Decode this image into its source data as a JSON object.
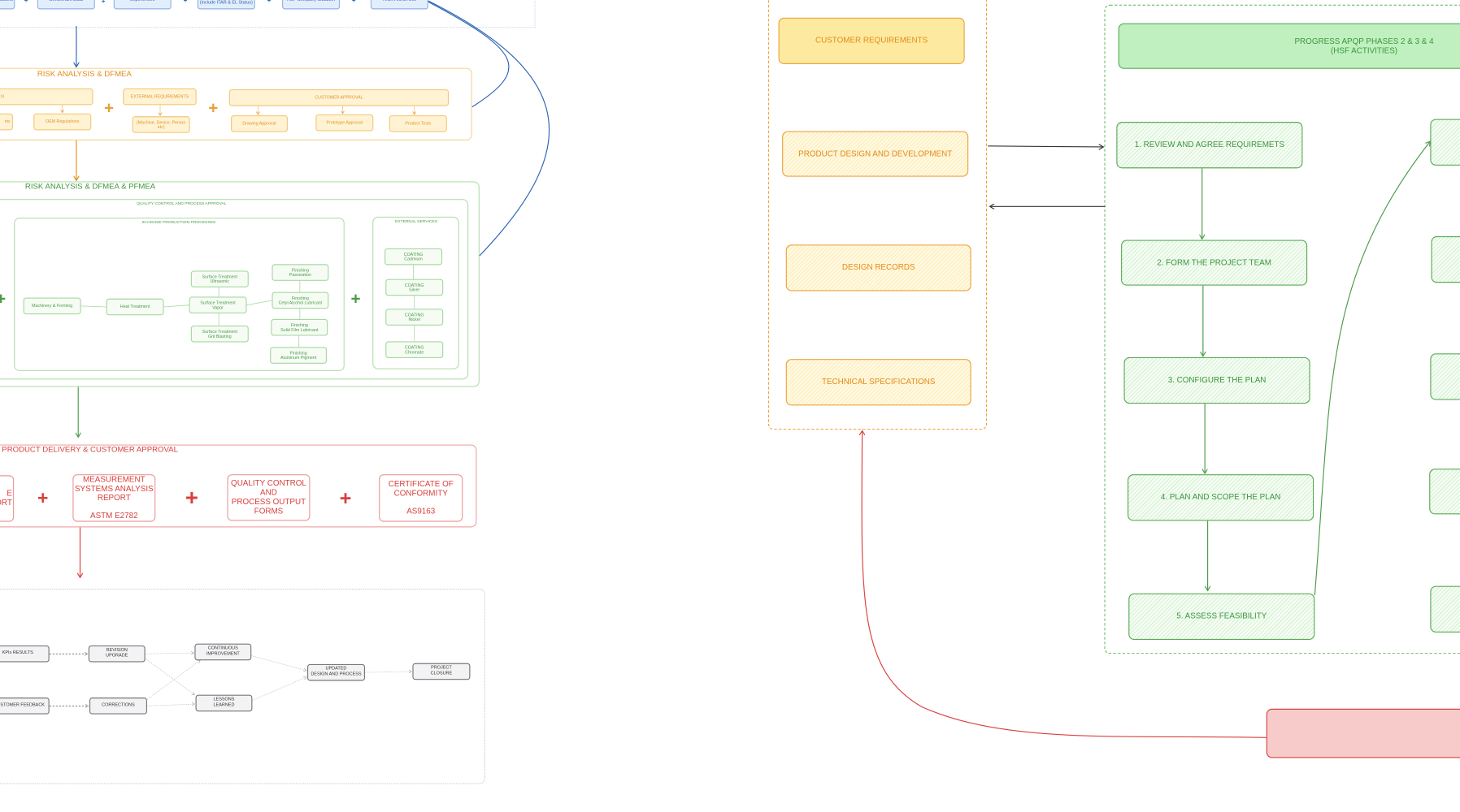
{
  "colors": {
    "blue": "#2a64b4",
    "orange": "#e48b1a",
    "green": "#3e963c",
    "red": "#d8413d",
    "gray": "#333333",
    "header_green": "#c0f0c0",
    "customer_req_yellow": "#fdeaa0",
    "alert_red": "#f8cbcb"
  },
  "input_row": {
    "items": [
      "cations",
      "Benchmark Data",
      "Experiences",
      "Regulatory Requirements\n(include ITAR & EL Status)",
      "HSF Company Situation",
      "RISK ANALYSIS"
    ],
    "separator": "+"
  },
  "risk_dfmea": {
    "title": "RISK ANALYSIS & DFMEA",
    "left_header": "N",
    "left_items": [
      "nts",
      "OEM Regulations"
    ],
    "external": {
      "header": "EXTERNAL REQUIREMENTS",
      "item": "(Machine, Device, Person\netc)"
    },
    "customer_approval": {
      "header": "CUSTOMER APPROVAL",
      "items": [
        "Drawing Approval",
        "Prototype Approval",
        "Product Tests"
      ]
    },
    "separator": "+"
  },
  "risk_pfmea": {
    "title": "RISK ANALYSIS & DFMEA & PFMEA",
    "qc_label": "QUALITY CONTROL AND PROCESS APPROVAL",
    "inhouse_label": "IN-HOUSE PRODUCTION PROCESSES",
    "external_label": "EXTERNAL SERVICES",
    "processes": {
      "machinery": "Machinery & Forming",
      "heat": "Heat Treatment",
      "st_ultrasonic": "Surface Treatment\nUltrasonic",
      "st_vapor": "Surface Treatment\nVapor",
      "st_grit": "Surface Treatment\nGrit Blasting",
      "fin_passivation": "Finishing\nPassivation",
      "fin_cetyl": "Finishing\nCetyl Alcohol Lubricant",
      "fin_solid": "Finishing\nSolid Film Lubricant",
      "fin_aluminum": "Finishing\nAluminum Pigment"
    },
    "coatings": [
      "COATING\nCadmium",
      "COATING\nSilver",
      "COATING\nNickel",
      "COATING\nChromate"
    ],
    "separator": "+"
  },
  "delivery": {
    "title": "PRODUCT DELIVERY & CUSTOMER APPROVAL",
    "items": [
      "E\nORT",
      "MEASUREMENT\nSYSTEMS ANALYSIS\nREPORT\n\nASTM E2782",
      "QUALITY CONTROL\nAND\nPROCESS OUTPUT\nFORMS",
      "CERTIFICATE OF\nCONFORMITY\n\nAS9163"
    ],
    "separator": "+"
  },
  "closure": {
    "kpis": "KPIs RESULTS",
    "feedback": "CUSTOMER FEEDBACK",
    "revision": "REVISION\nUPGRADE",
    "corrections": "CORRECTIONS",
    "continuous": "CONTINUOUS\nIMPROVEMENT",
    "lessons": "LESSONS\nLEARNED",
    "updated": "UPDATED\nDESIGN AND PROCESS",
    "project_closure": "PROJECT\nCLOSURE"
  },
  "customer_column": [
    "CUSTOMER REQUIREMENTS",
    "PRODUCT DESIGN AND DEVELOPMENT",
    "DESIGN RECORDS",
    "TECHNICAL SPECIFICATIONS"
  ],
  "apqp": {
    "header": "PROGRESS APQP PHASES 2 & 3 & 4\n(HSF ACTIVITIES)",
    "steps": [
      "1. REVIEW AND AGREE REQUIREMETS",
      "2. FORM THE PROJECT TEAM",
      "3. CONFIGURE THE PLAN",
      "4. PLAN AND SCOPE THE PLAN",
      "5. ASSESS FEASIBILITY"
    ]
  }
}
